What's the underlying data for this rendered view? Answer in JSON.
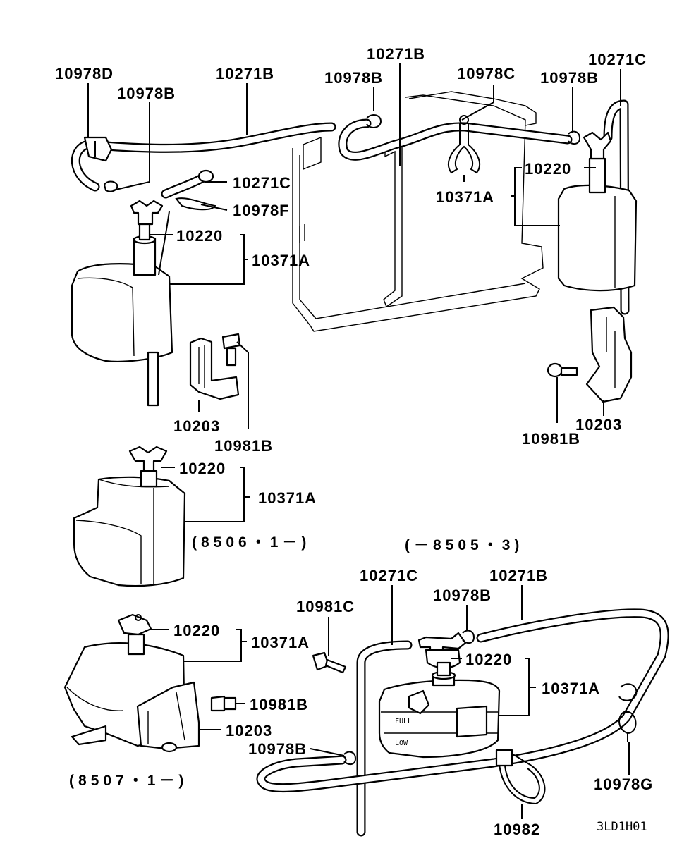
{
  "labels": {
    "l1": "10978D",
    "l2": "10271B",
    "l3": "10978B",
    "l4": "10271B",
    "l5": "10978B",
    "l6": "10978C",
    "l7": "10978B",
    "l8": "10271C",
    "l9": "10271C",
    "l10": "10978F",
    "l11": "10220",
    "l12": "10371A",
    "l13": "10220",
    "l14": "10371A",
    "l15": "10203",
    "l16": "10981B",
    "l17": "10203",
    "l18": "10981B",
    "l19": "10220",
    "l20": "10371A",
    "l21": "10271C",
    "l22": "10271B",
    "l23": "10978B",
    "l24": "10981C",
    "l25": "10220",
    "l26": "10371A",
    "l27": "10220",
    "l28": "10371A",
    "l29": "10981B",
    "l30": "10203",
    "l31": "10978B",
    "l32": "10978G",
    "l33": "10982"
  },
  "notes": {
    "n1": "(8506・1－)",
    "n2": "(－8505・3)",
    "n3": "(8507・1－)"
  },
  "tank_marks": {
    "full": "FULL",
    "low": "LOW"
  },
  "diagram_code": "3LD1H01"
}
